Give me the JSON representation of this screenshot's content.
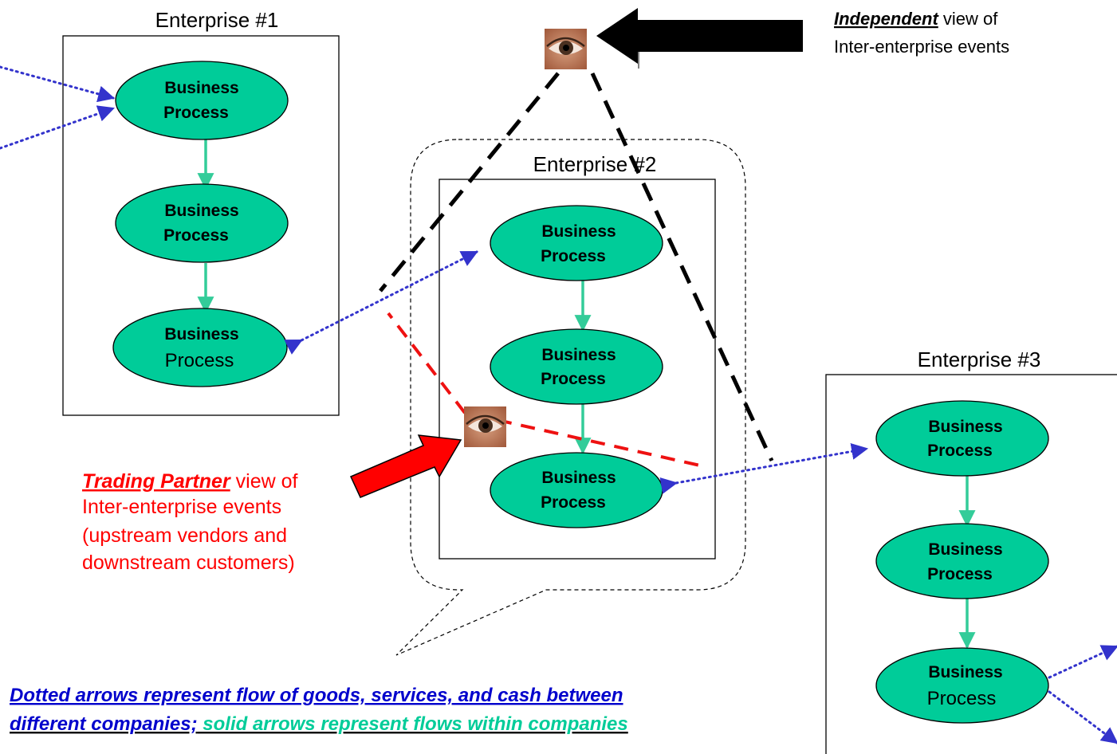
{
  "enterprises": [
    {
      "label": "Enterprise #1",
      "processes": [
        {
          "line1": "Business",
          "line2": "Process",
          "line2_bold": true
        },
        {
          "line1": "Business",
          "line2": "Process",
          "line2_bold": true
        },
        {
          "line1": "Business",
          "line2": "Process",
          "line2_bold": false
        }
      ]
    },
    {
      "label": "Enterprise #2",
      "processes": [
        {
          "line1": "Business",
          "line2": "Process",
          "line2_bold": true
        },
        {
          "line1": "Business",
          "line2": "Process",
          "line2_bold": true
        },
        {
          "line1": "Business",
          "line2": "Process",
          "line2_bold": true
        }
      ]
    },
    {
      "label": "Enterprise #3",
      "processes": [
        {
          "line1": "Business",
          "line2": "Process",
          "line2_bold": true
        },
        {
          "line1": "Business",
          "line2": "Process",
          "line2_bold": true
        },
        {
          "line1": "Business",
          "line2": "Process",
          "line2_bold": false
        }
      ]
    }
  ],
  "independent_view": {
    "emphasis": "Independent",
    "rest_line1": " view of",
    "line2": "Inter-enterprise events"
  },
  "trading_partner_view": {
    "emphasis": "Trading Partner",
    "rest_line1": " view of",
    "line2": "Inter-enterprise events",
    "line3": "(upstream vendors and",
    "line4": "downstream customers)"
  },
  "footer": {
    "blue_line1": "Dotted arrows represent flow of goods, services, and cash between",
    "blue_line2": "different companies;",
    "green_part": " solid  arrows  represent flows within companies"
  },
  "icons": [
    "eye-icon",
    "arrow-icon"
  ],
  "colors": {
    "process_fill": "#00cc99",
    "solid_arrow": "#33cc99",
    "dotted_arrow": "#3333cc",
    "independent_arrow": "#000000",
    "trading_arrow": "#ff0000",
    "footer_blue": "#0000cc",
    "footer_green": "#00cc99"
  }
}
